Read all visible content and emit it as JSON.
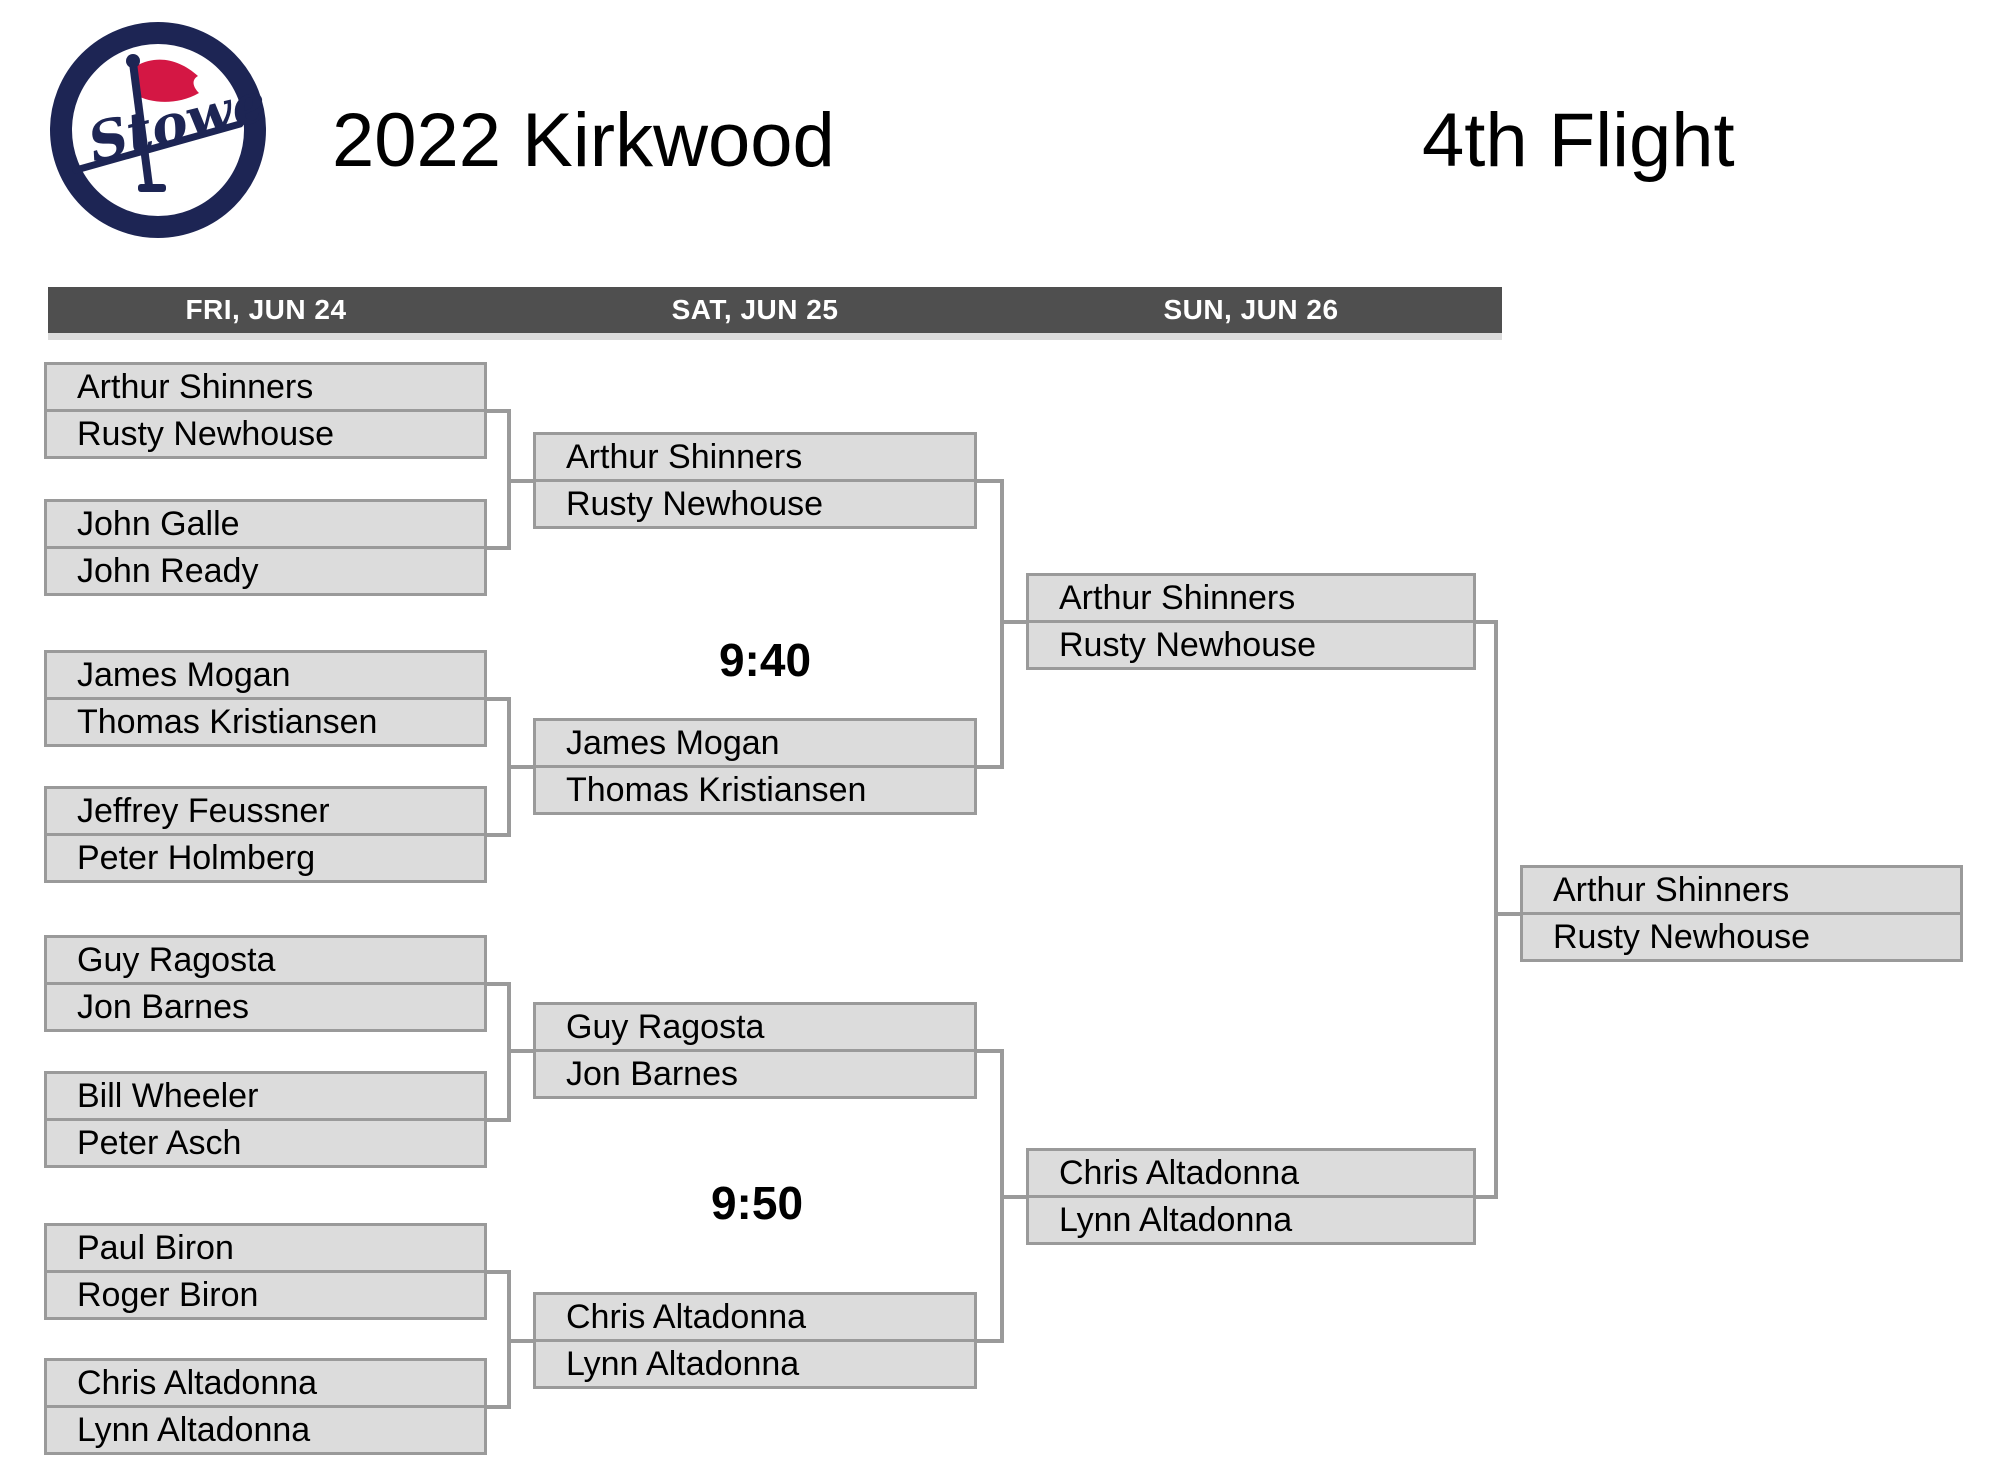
{
  "header": {
    "logo_text": "Stowe",
    "title_left": "2022 Kirkwood",
    "title_right": "4th Flight",
    "logo_ring_color": "#1d2554",
    "logo_flag_color": "#d41744"
  },
  "schedule_bar": {
    "background": "#4f4f4f",
    "days": [
      "FRI, JUN 24",
      "SAT, JUN 25",
      "SUN, JUN 26"
    ]
  },
  "bracket": {
    "colors": {
      "box_fill": "#dcdcdc",
      "box_border": "#9a9a9a",
      "line": "#9a9a9a"
    },
    "round1": {
      "matches": [
        {
          "team1": [
            "Arthur Shinners",
            "Rusty Newhouse"
          ],
          "team2": [
            "John Galle",
            "John Ready"
          ]
        },
        {
          "team1": [
            "James Mogan",
            "Thomas Kristiansen"
          ],
          "team2": [
            "Jeffrey Feussner",
            "Peter Holmberg"
          ]
        },
        {
          "team1": [
            "Guy Ragosta",
            "Jon Barnes"
          ],
          "team2": [
            "Bill Wheeler",
            "Peter Asch"
          ]
        },
        {
          "team1": [
            "Paul Biron",
            "Roger Biron"
          ],
          "team2": [
            "Chris Altadonna",
            "Lynn Altadonna"
          ]
        }
      ]
    },
    "round2": {
      "matches": [
        {
          "time": "9:40",
          "team1": [
            "Arthur Shinners",
            "Rusty Newhouse"
          ],
          "team2": [
            "James Mogan",
            "Thomas Kristiansen"
          ]
        },
        {
          "time": "9:50",
          "team1": [
            "Guy Ragosta",
            "Jon Barnes"
          ],
          "team2": [
            "Chris Altadonna",
            "Lynn Altadonna"
          ]
        }
      ]
    },
    "round3": {
      "teams": [
        [
          "Arthur Shinners",
          "Rusty Newhouse"
        ],
        [
          "Chris Altadonna",
          "Lynn Altadonna"
        ]
      ]
    },
    "champion": [
      "Arthur Shinners",
      "Rusty Newhouse"
    ]
  }
}
